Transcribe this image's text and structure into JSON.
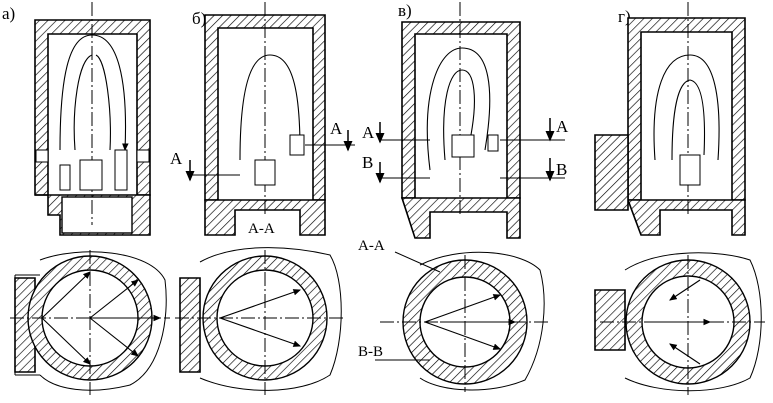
{
  "panels": {
    "a": {
      "label": "а)"
    },
    "b": {
      "label": "б)",
      "section_label_left": "А",
      "section_label_right": "А",
      "section_caption": "А-А"
    },
    "v": {
      "label": "в)",
      "section_A_left": "А",
      "section_A_right": "А",
      "section_B_left": "В",
      "section_B_right": "В",
      "plan_label_AA": "А-А",
      "plan_label_BB": "В-В"
    },
    "g": {
      "label": "г)"
    }
  }
}
